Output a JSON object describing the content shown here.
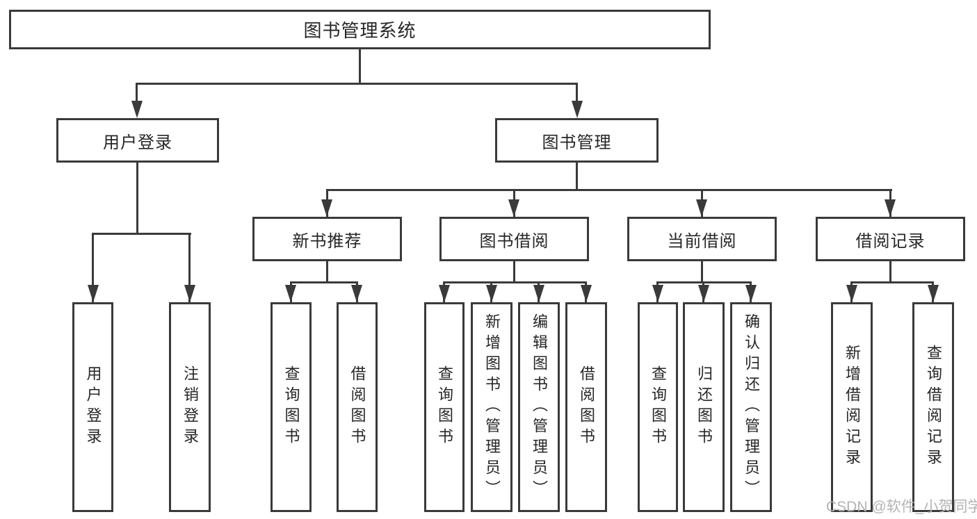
{
  "diagram": {
    "root": {
      "label": "图书管理系统"
    },
    "branches": [
      {
        "label": "用户登录"
      },
      {
        "label": "图书管理"
      }
    ],
    "modules": [
      {
        "label": "新书推荐"
      },
      {
        "label": "图书借阅"
      },
      {
        "label": "当前借阅"
      },
      {
        "label": "借阅记录"
      }
    ],
    "leaves": [
      {
        "label": "用户登录"
      },
      {
        "label": "注销登录"
      },
      {
        "label": "查询图书"
      },
      {
        "label": "借阅图书"
      },
      {
        "label": "查询图书"
      },
      {
        "label": "新增图书（管理员）"
      },
      {
        "label": "编辑图书（管理员）"
      },
      {
        "label": "借阅图书"
      },
      {
        "label": "查询图书"
      },
      {
        "label": "归还图书"
      },
      {
        "label": "确认归还（管理员）"
      },
      {
        "label": "新增借阅记录"
      },
      {
        "label": "查询借阅记录"
      }
    ]
  },
  "watermark": {
    "text": "CSDN @软件_小贺同学",
    "color": "#b3b3b3"
  },
  "colors": {
    "line": "#3a3a3a",
    "text": "#262626",
    "background": "#ffffff"
  }
}
